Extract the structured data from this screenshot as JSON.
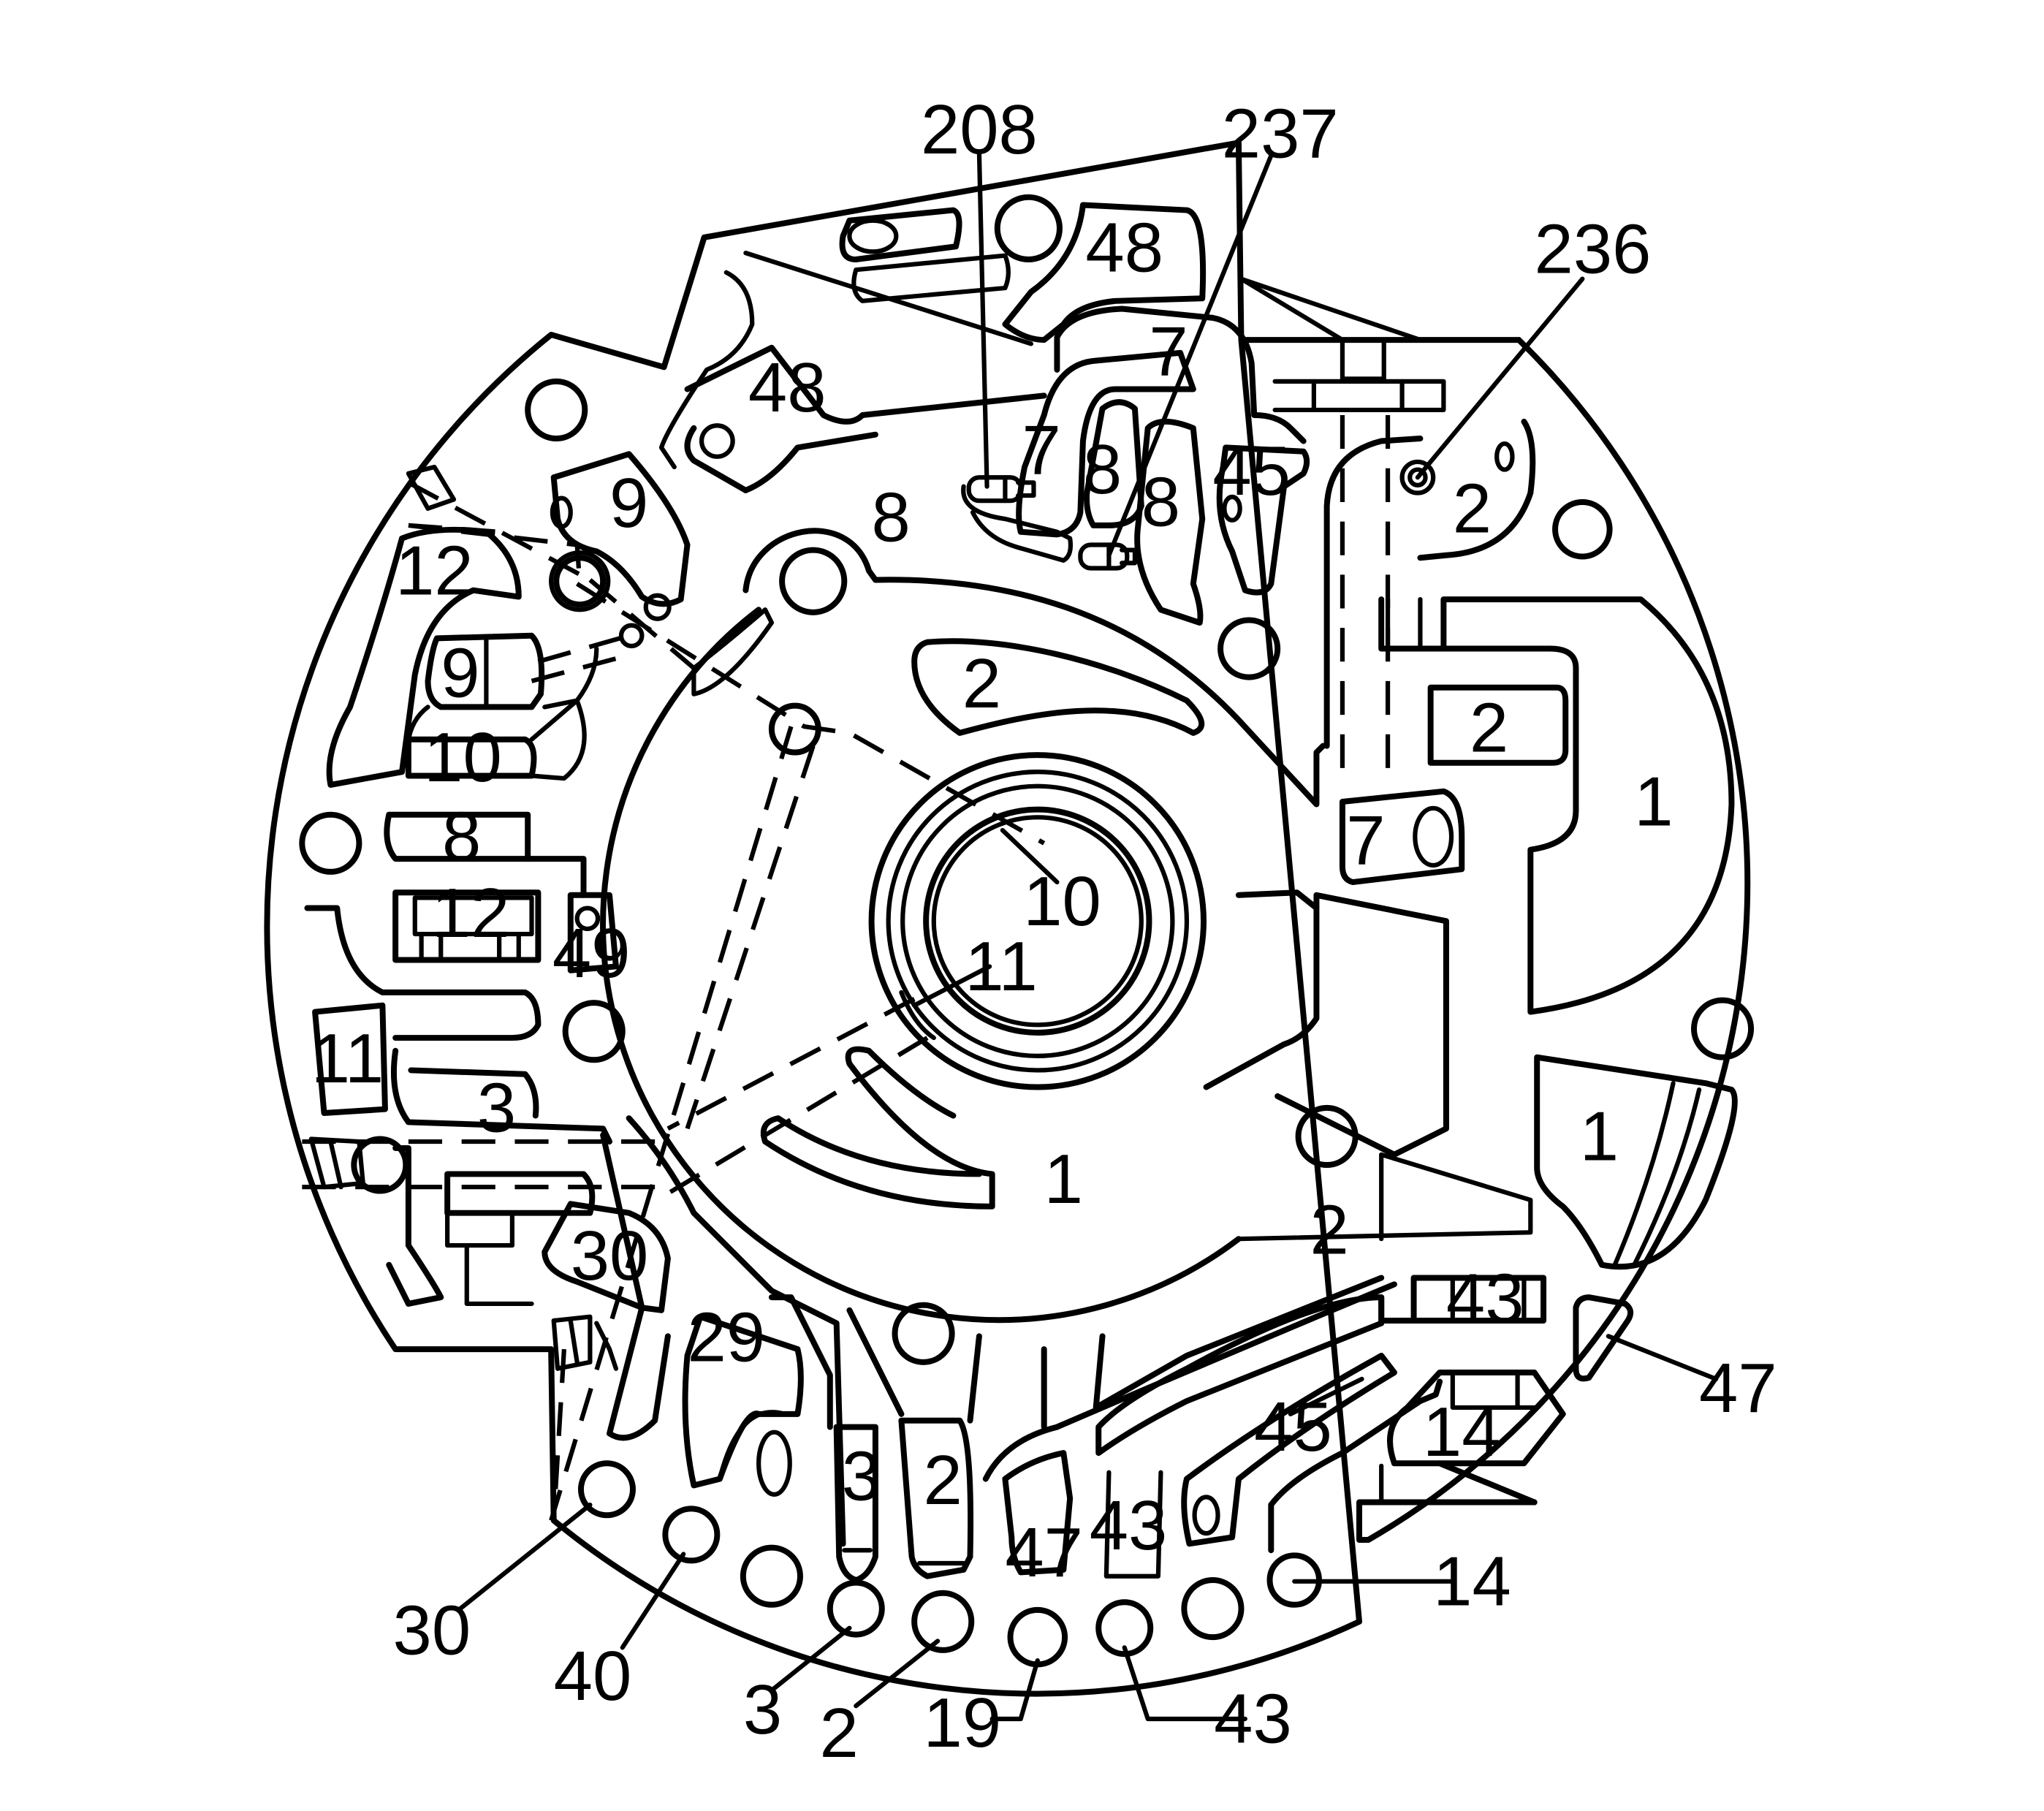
{
  "labels": {
    "c208": "208",
    "c237": "237",
    "c236": "236",
    "c48a": "48",
    "c48b": "48",
    "c7a": "7",
    "c7b": "7",
    "c7c": "7",
    "c8a": "8",
    "c8b": "8",
    "c8c": "8",
    "c8d": "8",
    "c45a": "45",
    "c45b": "45",
    "c2a": "2",
    "c2b": "2",
    "c2c": "2",
    "c2d": "2",
    "c2e": "2",
    "c2f": "2",
    "c9a": "9",
    "c9b": "9",
    "c12a": "12",
    "c12b": "12",
    "c10a": "10",
    "c10b": "10",
    "c11a": "11",
    "c11b": "11",
    "c1a": "1",
    "c1b": "1",
    "c1c": "1",
    "c49": "49",
    "c3a": "3",
    "c3b": "3",
    "c3c": "3",
    "c30a": "30",
    "c30b": "30",
    "c29": "29",
    "c40": "40",
    "c43a": "43",
    "c43b": "43",
    "c43c": "43",
    "c47a": "47",
    "c47b": "47",
    "c14a": "14",
    "c14b": "14",
    "c19": "19"
  },
  "colors": {
    "stroke": "#000000",
    "background": "#ffffff"
  }
}
